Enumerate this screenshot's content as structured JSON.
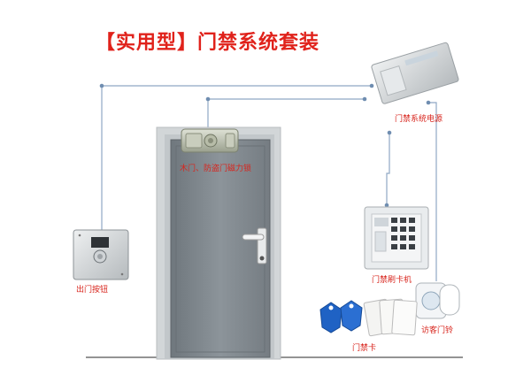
{
  "title": "【实用型】门禁系统套装",
  "labels": {
    "power_supply": "门禁系统电源",
    "door_lock": "木门、防盗门磁力锁",
    "exit_button": "出门按钮",
    "card_reader": "门禁刷卡机",
    "cards": "门禁卡",
    "doorbell": "访客门铃"
  },
  "colors": {
    "title": "#e0221b",
    "label": "#d8251d",
    "wire": "#8fa8c4",
    "door": "#7f878d",
    "frame": "#d2d6d8"
  }
}
